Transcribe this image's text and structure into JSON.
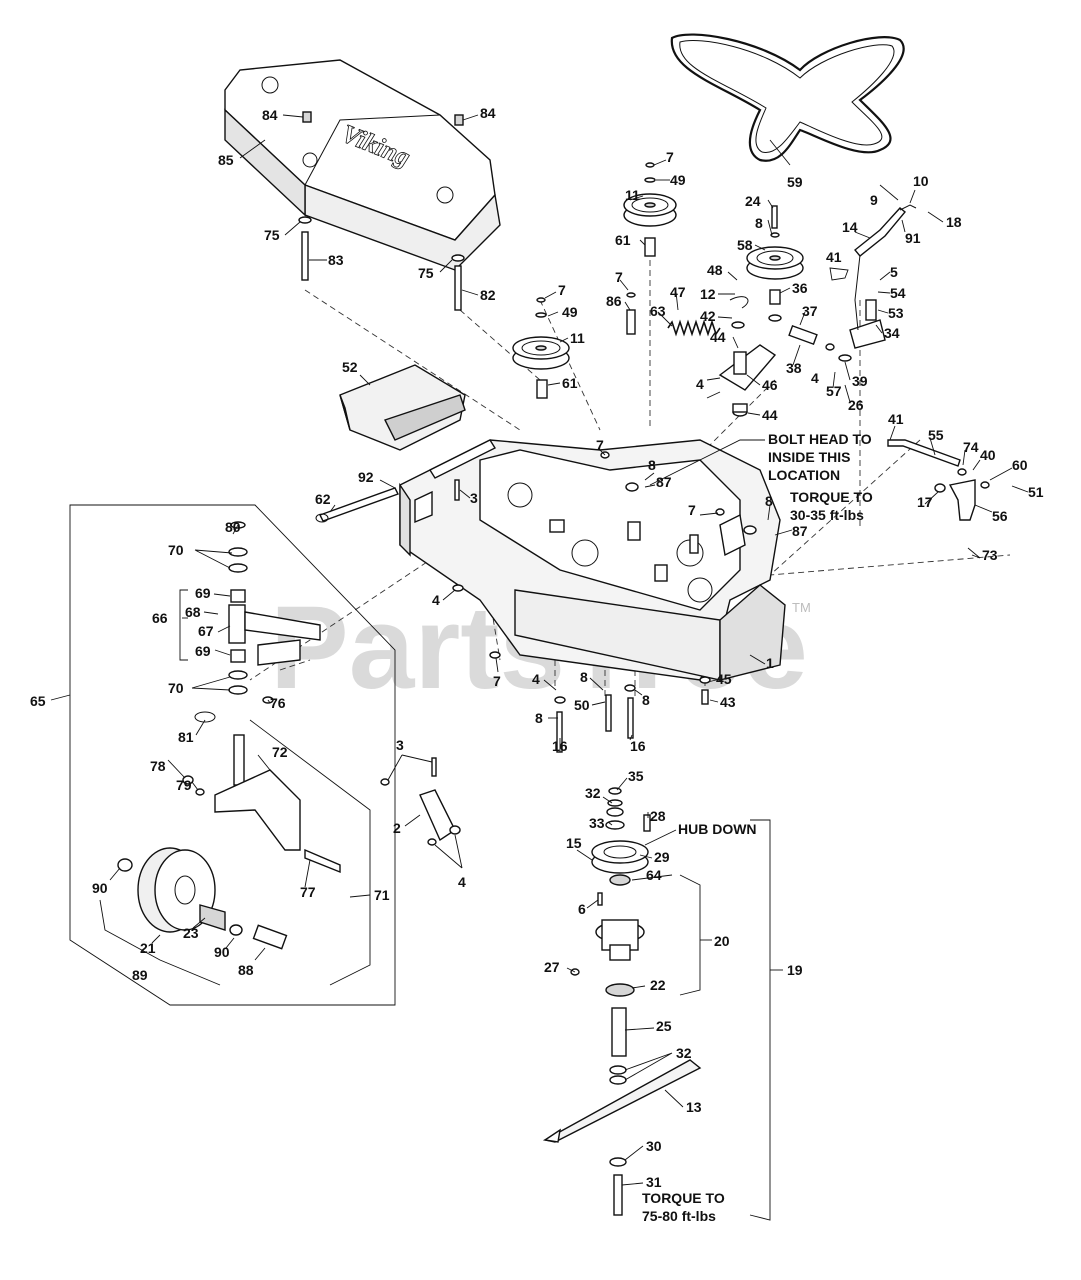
{
  "watermark": {
    "text": "PartsTree",
    "tm": "TM"
  },
  "logo_text": "Viking",
  "notes": {
    "bolt_head": [
      "BOLT HEAD TO",
      "INSIDE THIS",
      "LOCATION"
    ],
    "torque_top": [
      "TORQUE TO",
      "30-35 ft-lbs"
    ],
    "hub_down": "HUB DOWN",
    "torque_bottom": [
      "TORQUE TO",
      "75-80 ft-lbs"
    ]
  },
  "callouts": [
    {
      "id": "c84a",
      "text": "84"
    },
    {
      "id": "c84b",
      "text": "84"
    },
    {
      "id": "c85",
      "text": "85"
    },
    {
      "id": "c75a",
      "text": "75"
    },
    {
      "id": "c83",
      "text": "83"
    },
    {
      "id": "c75b",
      "text": "75"
    },
    {
      "id": "c82",
      "text": "82"
    },
    {
      "id": "c7a",
      "text": "7"
    },
    {
      "id": "c49a",
      "text": "49"
    },
    {
      "id": "c11a",
      "text": "11"
    },
    {
      "id": "c61a",
      "text": "61"
    },
    {
      "id": "c59",
      "text": "59"
    },
    {
      "id": "c24",
      "text": "24"
    },
    {
      "id": "c8a",
      "text": "8"
    },
    {
      "id": "c58",
      "text": "58"
    },
    {
      "id": "c9",
      "text": "9"
    },
    {
      "id": "c10",
      "text": "10"
    },
    {
      "id": "c18",
      "text": "18"
    },
    {
      "id": "c91",
      "text": "91"
    },
    {
      "id": "c14",
      "text": "14"
    },
    {
      "id": "c41a",
      "text": "41"
    },
    {
      "id": "c5",
      "text": "5"
    },
    {
      "id": "c54",
      "text": "54"
    },
    {
      "id": "c53",
      "text": "53"
    },
    {
      "id": "c34",
      "text": "34"
    },
    {
      "id": "c48",
      "text": "48"
    },
    {
      "id": "c12",
      "text": "12"
    },
    {
      "id": "c36",
      "text": "36"
    },
    {
      "id": "c42",
      "text": "42"
    },
    {
      "id": "c37",
      "text": "37"
    },
    {
      "id": "c7b",
      "text": "7"
    },
    {
      "id": "c86",
      "text": "86"
    },
    {
      "id": "c47",
      "text": "47"
    },
    {
      "id": "c63",
      "text": "63"
    },
    {
      "id": "c44a",
      "text": "44"
    },
    {
      "id": "c38",
      "text": "38"
    },
    {
      "id": "c4a",
      "text": "4"
    },
    {
      "id": "c39",
      "text": "39"
    },
    {
      "id": "c57",
      "text": "57"
    },
    {
      "id": "c26",
      "text": "26"
    },
    {
      "id": "c46",
      "text": "46"
    },
    {
      "id": "c4b",
      "text": "4"
    },
    {
      "id": "c44b",
      "text": "44"
    },
    {
      "id": "c7c",
      "text": "7"
    },
    {
      "id": "c49b",
      "text": "49"
    },
    {
      "id": "c11b",
      "text": "11"
    },
    {
      "id": "c61b",
      "text": "61"
    },
    {
      "id": "c52",
      "text": "52"
    },
    {
      "id": "c7d",
      "text": "7"
    },
    {
      "id": "c41b",
      "text": "41"
    },
    {
      "id": "c55",
      "text": "55"
    },
    {
      "id": "c74",
      "text": "74"
    },
    {
      "id": "c40",
      "text": "40"
    },
    {
      "id": "c60",
      "text": "60"
    },
    {
      "id": "c51",
      "text": "51"
    },
    {
      "id": "c17",
      "text": "17"
    },
    {
      "id": "c56",
      "text": "56"
    },
    {
      "id": "c73",
      "text": "73"
    },
    {
      "id": "c8b",
      "text": "8"
    },
    {
      "id": "c87a",
      "text": "87"
    },
    {
      "id": "c92",
      "text": "92"
    },
    {
      "id": "c3a",
      "text": "3"
    },
    {
      "id": "c62",
      "text": "62"
    },
    {
      "id": "c7e",
      "text": "7"
    },
    {
      "id": "c8c",
      "text": "8"
    },
    {
      "id": "c87b",
      "text": "87"
    },
    {
      "id": "c80",
      "text": "80"
    },
    {
      "id": "c70a",
      "text": "70"
    },
    {
      "id": "c69a",
      "text": "69"
    },
    {
      "id": "c68",
      "text": "68"
    },
    {
      "id": "c66",
      "text": "66"
    },
    {
      "id": "c67",
      "text": "67"
    },
    {
      "id": "c69b",
      "text": "69"
    },
    {
      "id": "c4c",
      "text": "4"
    },
    {
      "id": "c65",
      "text": "65"
    },
    {
      "id": "c70b",
      "text": "70"
    },
    {
      "id": "c76",
      "text": "76"
    },
    {
      "id": "c7f",
      "text": "7"
    },
    {
      "id": "c4d",
      "text": "4"
    },
    {
      "id": "c8d",
      "text": "8"
    },
    {
      "id": "c8e",
      "text": "8"
    },
    {
      "id": "c45",
      "text": "45"
    },
    {
      "id": "c1",
      "text": "1"
    },
    {
      "id": "c43",
      "text": "43"
    },
    {
      "id": "c50",
      "text": "50"
    },
    {
      "id": "c8f",
      "text": "8"
    },
    {
      "id": "c16a",
      "text": "16"
    },
    {
      "id": "c16b",
      "text": "16"
    },
    {
      "id": "c81",
      "text": "81"
    },
    {
      "id": "c3b",
      "text": "3"
    },
    {
      "id": "c78",
      "text": "78"
    },
    {
      "id": "c79",
      "text": "79"
    },
    {
      "id": "c72",
      "text": "72"
    },
    {
      "id": "c2",
      "text": "2"
    },
    {
      "id": "c4e",
      "text": "4"
    },
    {
      "id": "c35",
      "text": "35"
    },
    {
      "id": "c32a",
      "text": "32"
    },
    {
      "id": "c33",
      "text": "33"
    },
    {
      "id": "c28",
      "text": "28"
    },
    {
      "id": "c15",
      "text": "15"
    },
    {
      "id": "c29",
      "text": "29"
    },
    {
      "id": "c19",
      "text": "19"
    },
    {
      "id": "c64",
      "text": "64"
    },
    {
      "id": "c6",
      "text": "6"
    },
    {
      "id": "c20",
      "text": "20"
    },
    {
      "id": "c90a",
      "text": "90"
    },
    {
      "id": "c77",
      "text": "77"
    },
    {
      "id": "c71",
      "text": "71"
    },
    {
      "id": "c23",
      "text": "23"
    },
    {
      "id": "c21",
      "text": "21"
    },
    {
      "id": "c90b",
      "text": "90"
    },
    {
      "id": "c88",
      "text": "88"
    },
    {
      "id": "c89",
      "text": "89"
    },
    {
      "id": "c27",
      "text": "27"
    },
    {
      "id": "c22",
      "text": "22"
    },
    {
      "id": "c25",
      "text": "25"
    },
    {
      "id": "c32b",
      "text": "32"
    },
    {
      "id": "c13",
      "text": "13"
    },
    {
      "id": "c30",
      "text": "30"
    },
    {
      "id": "c31",
      "text": "31"
    }
  ]
}
